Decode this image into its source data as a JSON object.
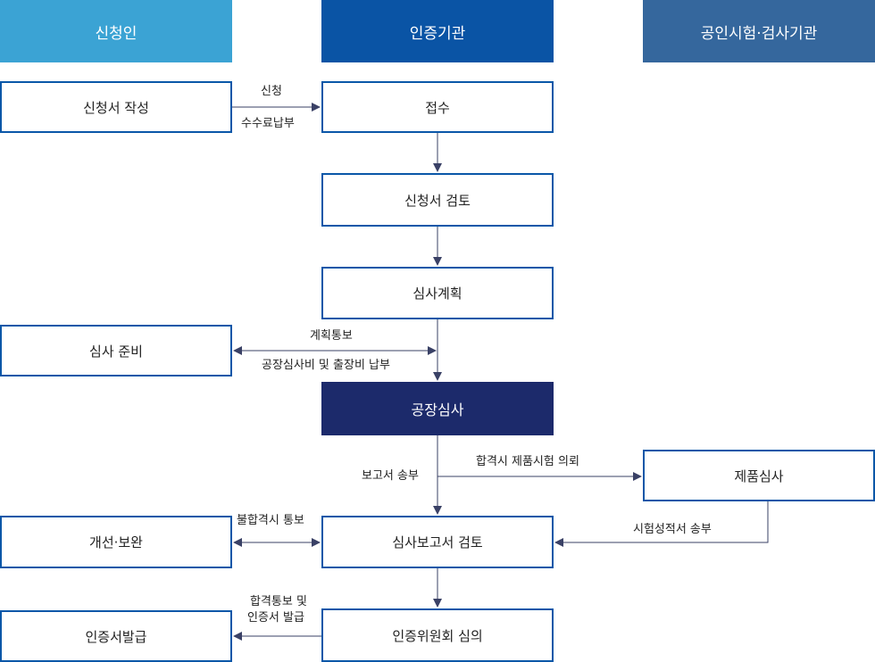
{
  "headers": {
    "applicant": "신청인",
    "cert_body": "인증기관",
    "lab": "공인시험·검사기관"
  },
  "boxes": {
    "write_application": "신청서 작성",
    "receipt": "접수",
    "review_application": "신청서 검토",
    "audit_plan": "심사계획",
    "audit_prep": "심사 준비",
    "factory_audit": "공장심사",
    "product_test": "제품심사",
    "improve": "개선·보완",
    "review_report": "심사보고서 검토",
    "issue_cert": "인증서발급",
    "committee": "인증위원회 심의"
  },
  "labels": {
    "apply": "신청",
    "fee": "수수료납부",
    "plan_notice": "계획통보",
    "audit_fee": "공장심사비 및 출장비 납부",
    "send_report": "보고서 송부",
    "request_test": "합격시 제품시험 의뢰",
    "fail_notice": "불합격시 통보",
    "send_results": "시험성적서 송부",
    "pass_notice_1": "합격통보 및",
    "pass_notice_2": "인증서 발급"
  },
  "colors": {
    "header_applicant": "#3ba3d4",
    "header_cert_body": "#0a54a5",
    "header_lab": "#35679d",
    "box_border": "#0a57a8",
    "dark_box": "#1c2a6b",
    "arrow": "#3a4166"
  }
}
